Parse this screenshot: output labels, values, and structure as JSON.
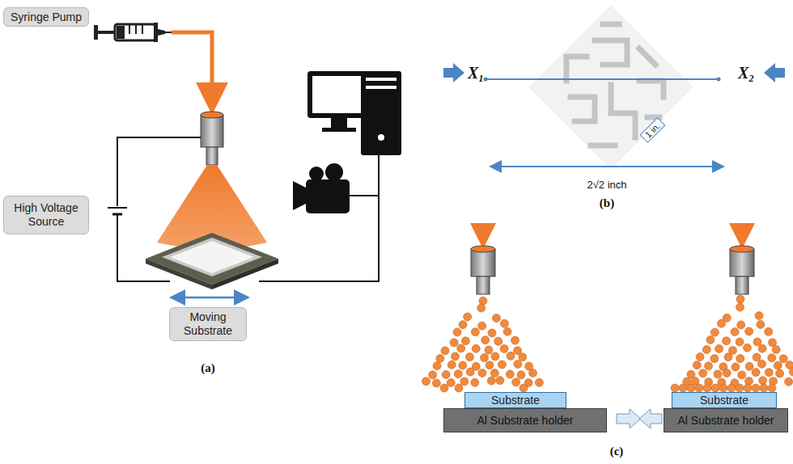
{
  "diagram": {
    "nodes": [
      {
        "text": [
          "Syringe Pump"
        ]
      },
      {
        "text": [
          "High Voltage Source"
        ]
      },
      {
        "text": [
          "Moving Substrate"
        ]
      },
      {
        "text": [
          "Substrate"
        ]
      },
      {
        "text": [
          "Al Substrate holder"
        ]
      },
      {
        "text": [
          "Substrate"
        ]
      },
      {
        "text": [
          "Al Substrate holder"
        ]
      }
    ],
    "labels": [
      "(a)",
      "X₁",
      "X₂",
      "1 in.",
      "2√2 inch",
      "(b)",
      "(c)"
    ]
  }
}
